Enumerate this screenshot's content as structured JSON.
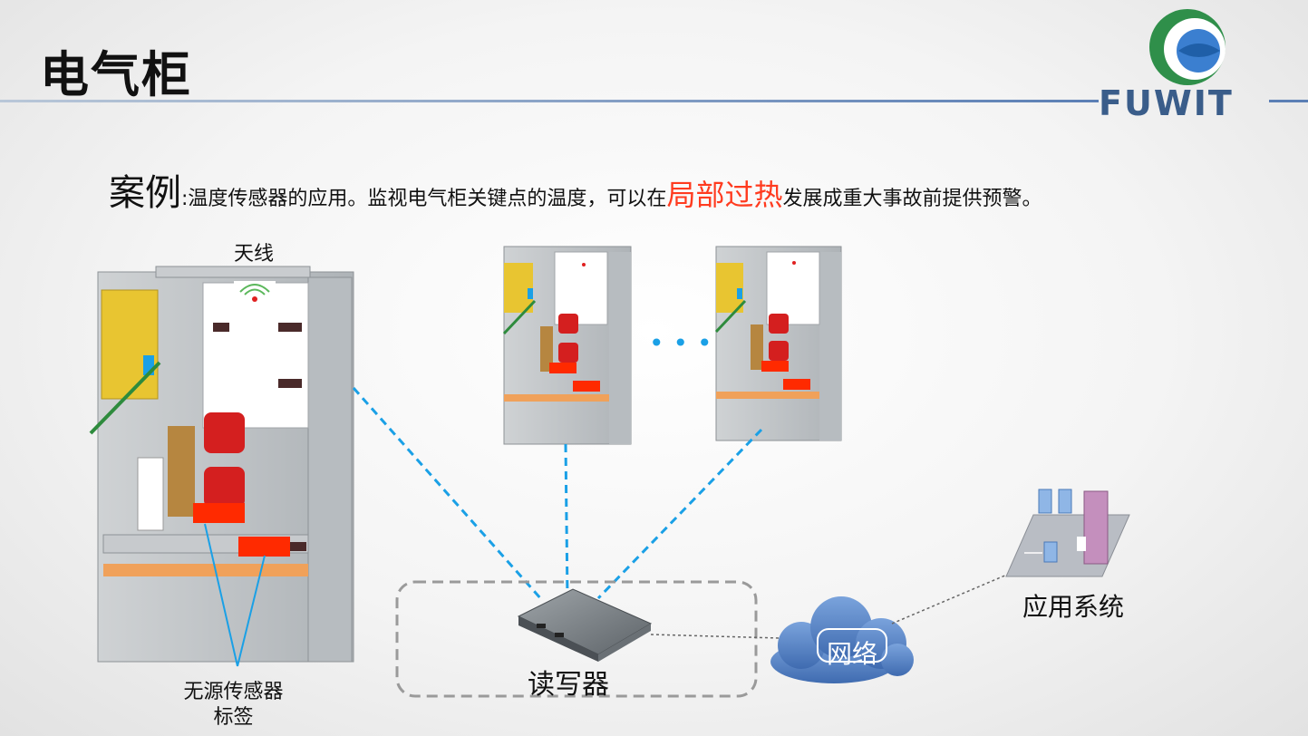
{
  "header": {
    "title": "电气柜",
    "brand": "FUWIT"
  },
  "case": {
    "label": "案例",
    "colon": ":",
    "text_before": "温度传感器的应用。监视电气柜关键点的温度，可以在",
    "highlight": "局部过热",
    "text_after": "发展成重大事故前提供预警。"
  },
  "diagram": {
    "antenna_label": "天线",
    "tag_label_line1": "无源传感器",
    "tag_label_line2": "标签",
    "reader_label": "读写器",
    "network_label": "网络",
    "app_label": "应用系统",
    "ellipsis": "•••"
  },
  "colors": {
    "highlight": "#ff3b1f",
    "link_blue": "#1aa0e6",
    "tag_red": "#ff2a00",
    "cabinet_gray": "#bfc3c6",
    "cabinet_yellow": "#e8c531",
    "insulator_red": "#d41f1f",
    "cloud": "#5d86c6",
    "brand": "#3a5d8a"
  }
}
